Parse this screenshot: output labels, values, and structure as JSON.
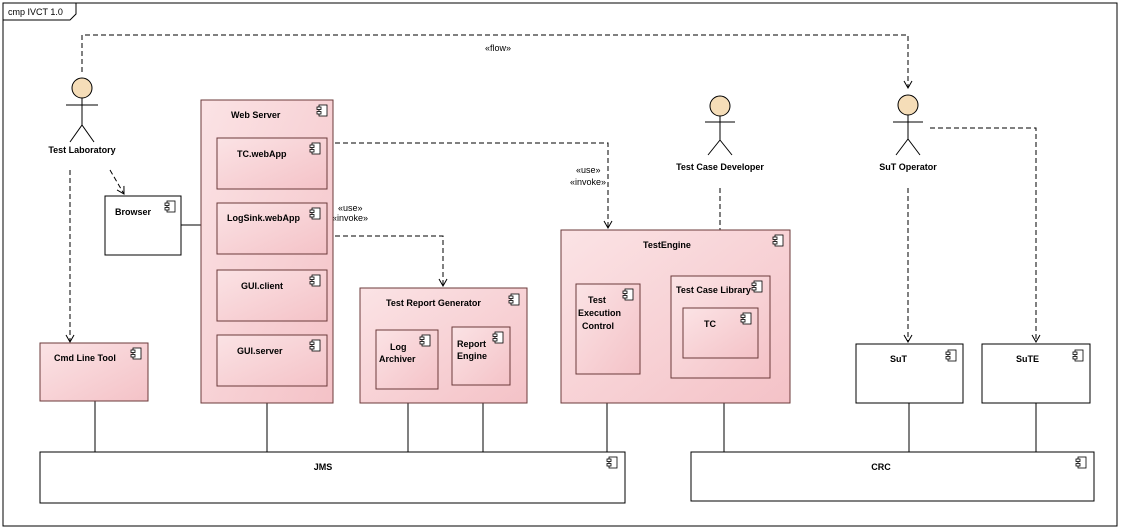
{
  "frame": {
    "title": "cmp IVCT 1.0"
  },
  "stereotypes": {
    "flow": "«flow»",
    "use": "«use»",
    "invoke": "«invoke»"
  },
  "actors": {
    "test_laboratory": "Test Laboratory",
    "test_case_developer": "Test Case Developer",
    "sut_operator": "SuT Operator"
  },
  "components": {
    "web_server": "Web Server",
    "tc_webapp": "TC.webApp",
    "logsink_webapp": "LogSink.webApp",
    "gui_client": "GUI.client",
    "gui_server": "GUI.server",
    "browser": "Browser",
    "cmd_line_tool": "Cmd Line Tool",
    "test_report_generator": "Test Report Generator",
    "log_archiver": [
      "Log",
      "Archiver"
    ],
    "report_engine": [
      "Report",
      "Engine"
    ],
    "test_engine": "TestEngine",
    "test_execution_control": [
      "Test",
      "Execution",
      "Control"
    ],
    "test_case_library": "Test Case Library",
    "tc": "TC",
    "sut": "SuT",
    "sute": "SuTE",
    "jms": "JMS",
    "crc": "CRC"
  },
  "colors": {
    "pink_fill": "#f8d0d4",
    "pink_border": "#6b3a3a",
    "white_fill": "#ffffff",
    "actor_head": "#f5ddb8"
  }
}
